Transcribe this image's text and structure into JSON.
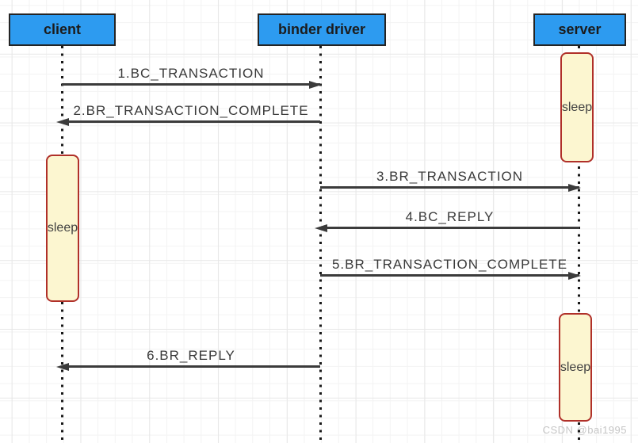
{
  "diagram": {
    "type": "sequence-diagram",
    "actors": [
      {
        "label": "client"
      },
      {
        "label": "binder driver"
      },
      {
        "label": "server"
      }
    ],
    "messages": [
      {
        "label": "1.BC_TRANSACTION",
        "from": "client",
        "to": "binder driver",
        "direction": "right"
      },
      {
        "label": "2.BR_TRANSACTION_COMPLETE",
        "from": "binder driver",
        "to": "client",
        "direction": "left"
      },
      {
        "label": "3.BR_TRANSACTION",
        "from": "binder driver",
        "to": "server",
        "direction": "right"
      },
      {
        "label": "4.BC_REPLY",
        "from": "server",
        "to": "binder driver",
        "direction": "left"
      },
      {
        "label": "5.BR_TRANSACTION_COMPLETE",
        "from": "binder driver",
        "to": "server",
        "direction": "right"
      },
      {
        "label": "6.BR_REPLY",
        "from": "binder driver",
        "to": "client",
        "direction": "left"
      }
    ],
    "activations": [
      {
        "label": "sleep",
        "actor": "server"
      },
      {
        "label": "sleep",
        "actor": "client"
      },
      {
        "label": "sleep",
        "actor": "server"
      }
    ],
    "colors": {
      "actor_fill": "#2d9bf0",
      "actor_border": "#242424",
      "activation_fill": "#fcf6d0",
      "activation_border": "#b03029",
      "arrow": "#3b3b3b",
      "grid_minor": "#f3f3f3",
      "grid_major": "#e7e7e7"
    }
  },
  "watermark": {
    "text": "CSDN @bai1995"
  }
}
